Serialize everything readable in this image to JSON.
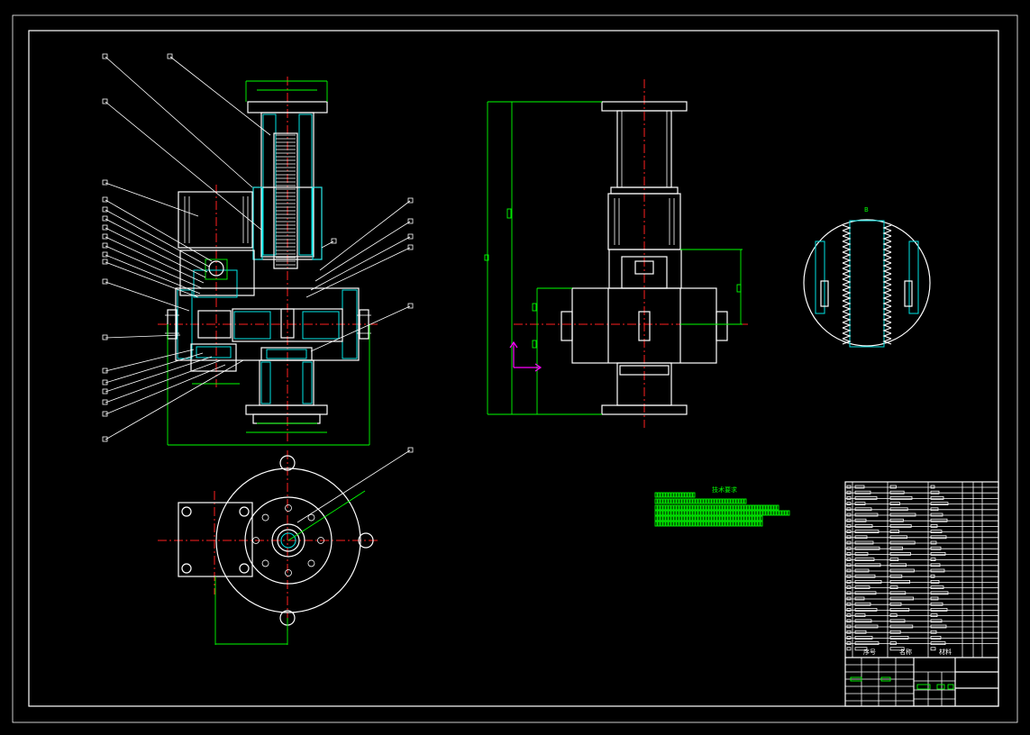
{
  "drawing": {
    "colors": {
      "background": "#000000",
      "outline": "#ffffff",
      "dimension": "#00ff00",
      "hatch": "#00e5e5",
      "centerline": "#ff2020",
      "ucs": "#ff00ff"
    },
    "detail_label": "B",
    "notes_title": "技术要求",
    "title_block": {
      "headers": [
        "序号",
        "名称",
        "材料"
      ]
    }
  }
}
